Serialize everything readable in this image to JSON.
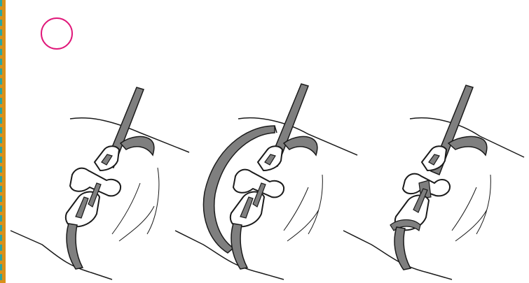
{
  "colors": {
    "edge_bar": "#d9901a",
    "edge_bar_accent": "#2aa5a0",
    "step_circle": "#e0187a",
    "cord": "#7f7f7f",
    "outline": "#1a1a1a"
  },
  "panels": [
    {
      "variant": "buckle-loose-end"
    },
    {
      "variant": "buckle-with-outer-loop"
    },
    {
      "variant": "buckle-threaded-through"
    }
  ]
}
